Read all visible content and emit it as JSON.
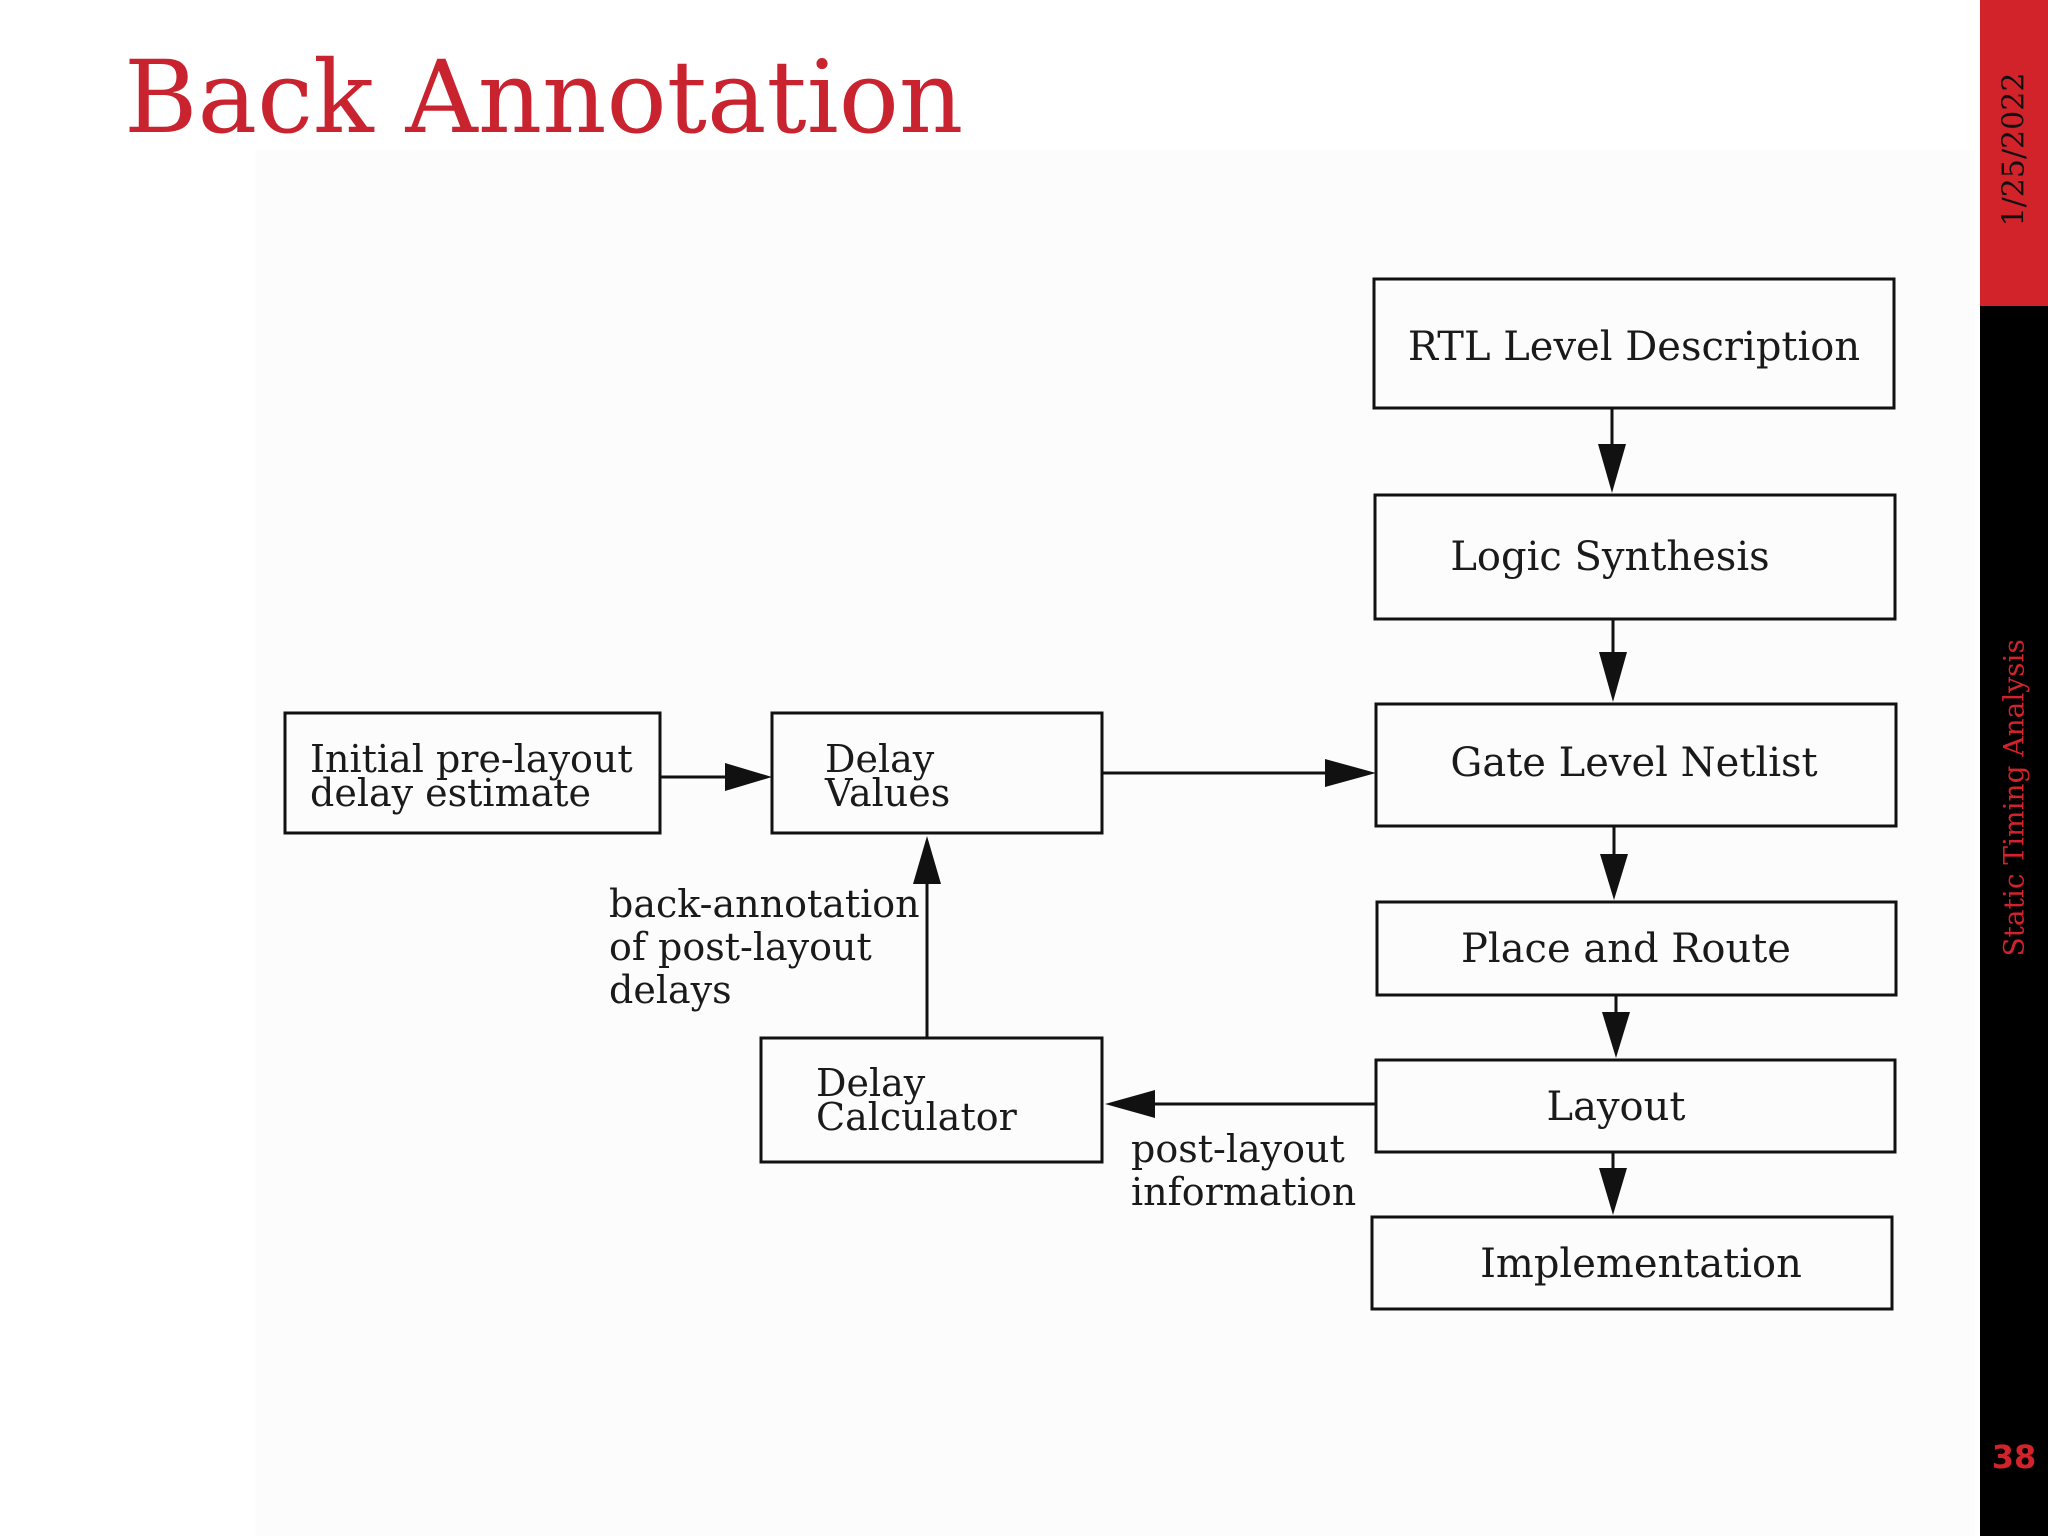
{
  "slide": {
    "title": "Back Annotation",
    "date": "1/25/2022",
    "course": "Static Timing Analysis",
    "page_number": "38"
  },
  "diagram": {
    "boxes": {
      "rtl": "RTL Level Description",
      "synthesis": "Logic Synthesis",
      "netlist": "Gate Level Netlist",
      "place_route": "Place and Route",
      "layout": "Layout",
      "implementation": "Implementation",
      "initial_line1": "Initial pre-layout",
      "initial_line2": "delay estimate",
      "delay_values_line1": "Delay",
      "delay_values_line2": "Values",
      "delay_calc_line1": "Delay",
      "delay_calc_line2": "Calculator"
    },
    "notes": {
      "back_annotation_line1": "back-annotation",
      "back_annotation_line2": "of post-layout",
      "back_annotation_line3": "delays",
      "post_layout_line1": "post-layout",
      "post_layout_line2": "information"
    }
  }
}
